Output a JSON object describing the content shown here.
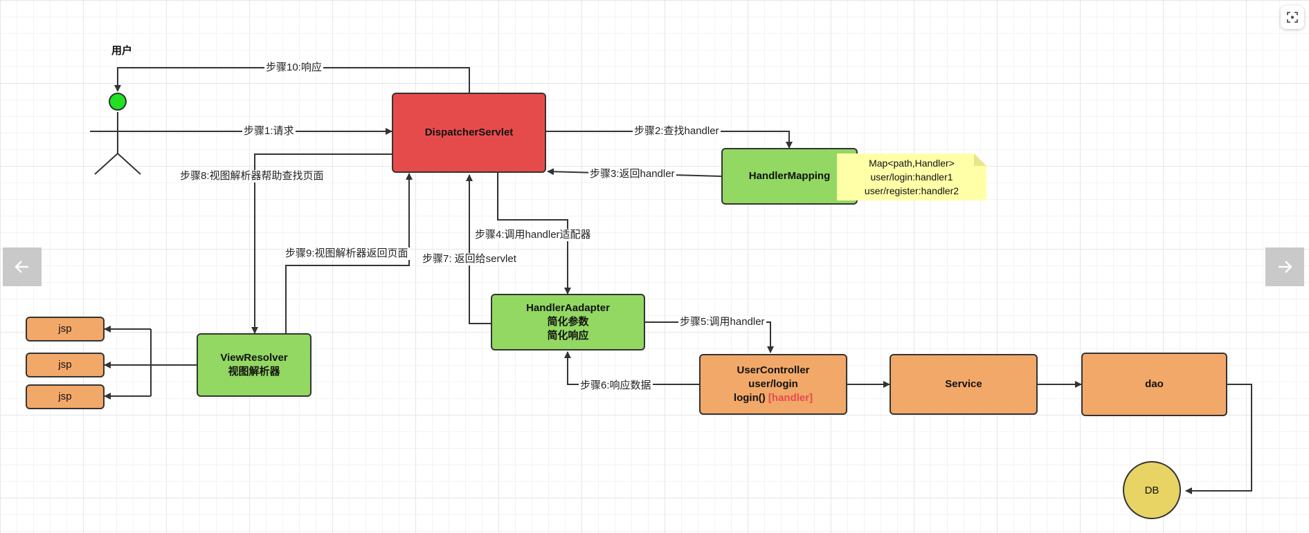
{
  "actor": {
    "label": "用户"
  },
  "nodes": {
    "dispatcher": "DispatcherServlet",
    "handler_mapping": "HandlerMapping",
    "handler_adapter": {
      "title": "HandlerAadapter",
      "line2": "简化参数",
      "line3": "简化响应"
    },
    "view_resolver": {
      "title": "ViewResolver",
      "line2": "视图解析器"
    },
    "jsp": [
      "jsp",
      "jsp",
      "jsp"
    ],
    "user_controller": {
      "title": "UserController",
      "line2": "user/login",
      "line3": "login()",
      "highlight": "[handler]"
    },
    "service": "Service",
    "dao": "dao",
    "db": "DB"
  },
  "note": {
    "lines": [
      "Map<path,Handler>",
      "user/login:handler1",
      "user/register:handler2"
    ]
  },
  "steps": {
    "s1": "步骤1:请求",
    "s2": "步骤2:查找handler",
    "s3": "步骤3:返回handler",
    "s4": "步骤4:调用handler适配器",
    "s5": "步骤5:调用handler",
    "s6": "步骤6:响应数据",
    "s7": "步骤7: 返回给servlet",
    "s8": "步骤8:视图解析器帮助查找页面",
    "s9": "步骤9:视图解析器返回页面",
    "s10": "步骤10:响应"
  },
  "nav": {
    "prev_icon": "arrow-left-icon",
    "next_icon": "arrow-right-icon",
    "fullscreen_icon": "fullscreen-icon"
  },
  "colors": {
    "dispatcher": "#e64b4b",
    "green_nodes": "#92d862",
    "orange_nodes": "#f2a869",
    "note": "#ffffa8",
    "db": "#e8d465",
    "actor_head": "#22e022",
    "highlight": "#e64b4b"
  }
}
